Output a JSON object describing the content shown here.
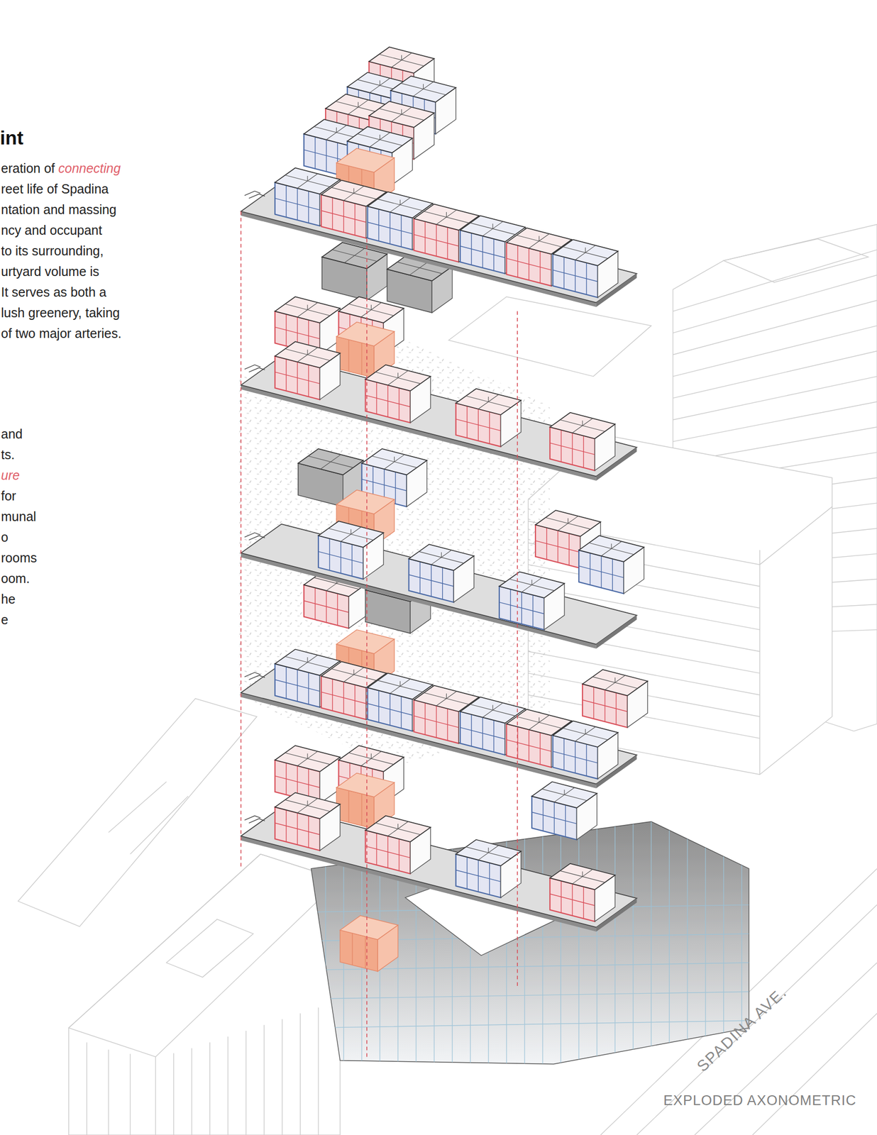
{
  "diagram": {
    "title": "int",
    "caption": "EXPLODED AXONOMETRIC",
    "labels": [
      "eration of",
      "connecting",
      "reet life of Spadina",
      "ntation and massing",
      "ncy and occupant",
      "to its surrounding,",
      "urtyard volume is",
      "It serves as both a",
      "lush greenery, taking",
      "of two major arteries.",
      "and",
      "ts.",
      "ure",
      "for",
      "munal",
      "o",
      "rooms",
      "oom.",
      "he",
      "e",
      "SPADINA AVE."
    ]
  }
}
